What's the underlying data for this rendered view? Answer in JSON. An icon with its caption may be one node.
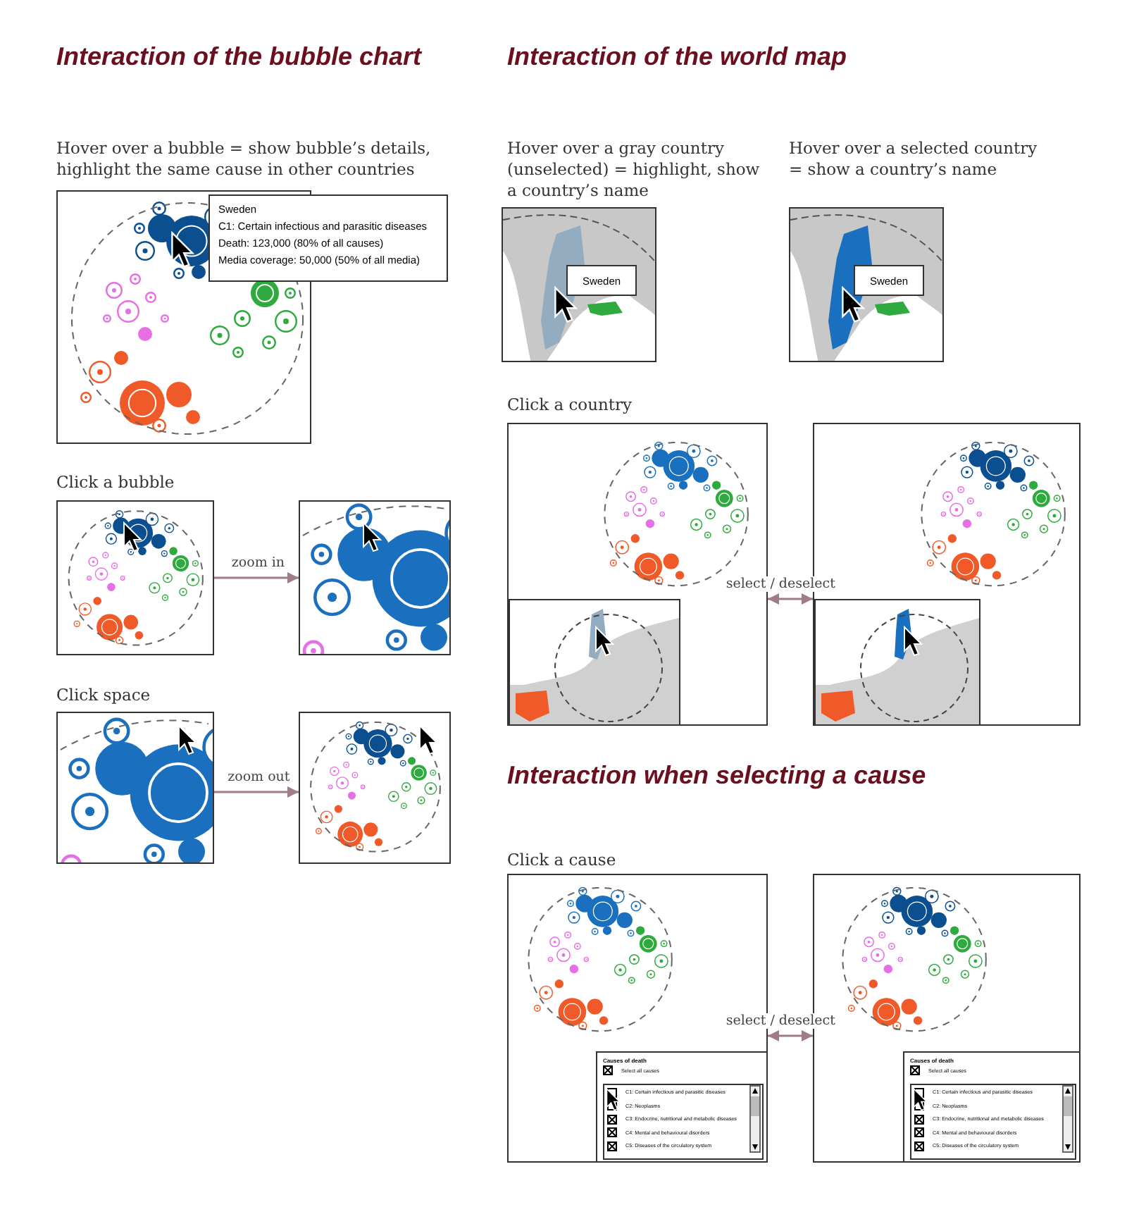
{
  "diagram": {
    "nodes": [
      {
        "text": [],
        "shape": "picture",
        "beside": [
          "Hover over a bubble = show bubble’s details, highlight the same cause in other countries"
        ]
      },
      {
        "text": [
          "Sweden",
          "C1: Certain infectious and parasitic diseases",
          "Death: 123,000 (80% of all causes)",
          "Media coverage: 50,000 (50% of all media)"
        ]
      },
      {
        "text": [],
        "shape": "picture",
        "beside": [
          "Hover over a gray country (unselected) = highlight, show a country’s name"
        ]
      },
      {
        "text": [
          "Sweden"
        ],
        "in": 2
      },
      {
        "text": [],
        "shape": "picture",
        "beside": [
          "Hover over a selected country = show a country’s name"
        ]
      },
      {
        "text": [
          "Sweden"
        ],
        "in": 4
      },
      {
        "text": [],
        "shape": "picture",
        "beside": [
          "Click a bubble"
        ]
      },
      {
        "text": [],
        "shape": "picture"
      },
      {
        "text": [],
        "shape": "picture",
        "beside": [
          "Click space"
        ]
      },
      {
        "text": [],
        "shape": "picture"
      },
      {
        "text": [],
        "shape": "picture",
        "beside": [
          "Click a country"
        ]
      },
      {
        "text": [],
        "shape": "picture",
        "in": 10
      },
      {
        "text": [],
        "shape": "picture"
      },
      {
        "text": [],
        "shape": "picture",
        "in": 12
      },
      {
        "text": [],
        "shape": "picture",
        "beside": [
          "Click a cause"
        ]
      },
      {
        "text": [
          "Causes of death",
          "Select all causes",
          "C1: Certain infectious and parasitic diseases",
          "C2: Neoplasms",
          "C3: Endocrine, nutritional and metabolic diseases",
          "C4: Mental and behavioural disorders",
          "C5: Diseases of the circulatory system"
        ],
        "in": 14
      },
      {
        "text": [],
        "shape": "picture"
      },
      {
        "text": [
          "Causes of death",
          "Select all causes",
          "C1: Certain infectious and parasitic diseases",
          "C2: Neoplasms",
          "C3: Endocrine, nutritional and metabolic diseases",
          "C4: Mental and behavioural disorders",
          "C5: Diseases of the circulatory system"
        ],
        "in": 16
      }
    ],
    "edges": [
      {
        "from": 6,
        "to": 7,
        "arrow": "to",
        "label": "zoom in"
      },
      {
        "from": 8,
        "to": 9,
        "arrow": "to",
        "label": "zoom out"
      },
      {
        "from": 10,
        "to": 12,
        "arrow": "both",
        "label": "select / deselect"
      },
      {
        "from": 14,
        "to": 16,
        "arrow": "both",
        "label": "select / deselect"
      }
    ],
    "labels": [
      "Interaction of the bubble chart",
      "Interaction of the world map",
      "Interaction when selecting a cause"
    ]
  }
}
